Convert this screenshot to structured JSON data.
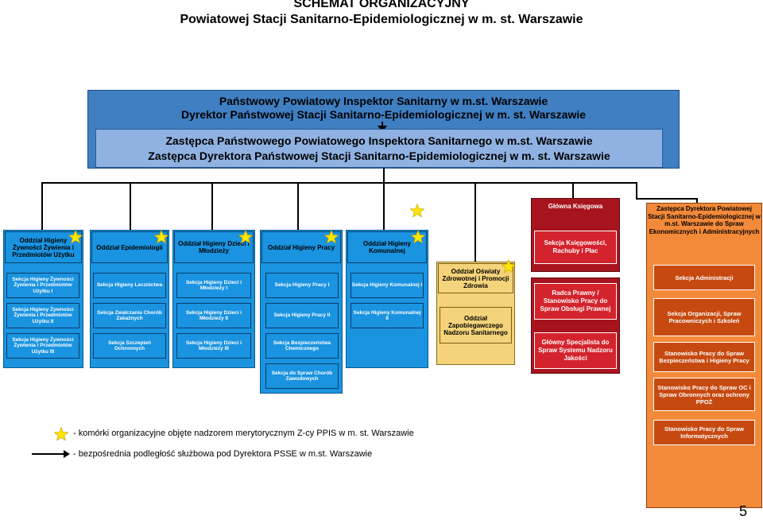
{
  "title": {
    "line1": "SCHEMAT ORGANIZACYJNY",
    "line2": "Powiatowej Stacji Sanitarno-Epidemiologicznej w m. st. Warszawie"
  },
  "director": {
    "line1": "Państwowy Powiatowy Inspektor Sanitarny w m.st. Warszawie",
    "line2": "Dyrektor Państwowej Stacji Sanitarno-Epidemiologicznej w m. st. Warszawie"
  },
  "deputy": {
    "line1": "Zastępca Państwowego Powiatowego Inspektora Sanitarnego w m.st. Warszawie",
    "line2": "Zastępca Dyrektora Państwowej Stacji Sanitarno-Epidemiologicznej w m. st. Warszawie"
  },
  "departments": {
    "d1": {
      "head": "Oddział Higieny Żywności Żywienia i Przedmiotów Użytku",
      "sections": [
        "Sekcja Higieny Żywności Żywienia i Przedmiotów Użytku I",
        "Sekcja Higieny Żywności Żywienia i Przedmiotów Użytku II",
        "Sekcja Higieny Żywności Żywienia i Przedmiotów Użytku III"
      ]
    },
    "d2": {
      "head": "Oddział Epidemiologii",
      "sections": [
        "Sekcja Higieny Lecznictwa",
        "Sekcja Zwalczania Chorób Zakaźnych",
        "Sekcja Szczepień Ochronnych"
      ]
    },
    "d3": {
      "head": "Oddział Higieny Dzieci i Młodzieży",
      "sections": [
        "Sekcja Higieny Dzieci i Młodzieży I",
        "Sekcja Higieny Dzieci i Młodzieży II",
        "Sekcja Higieny Dzieci i Młodzieży III"
      ]
    },
    "d4": {
      "head": "Oddział Higieny Pracy",
      "sections": [
        "Sekcja Higieny Pracy I",
        "Sekcja Higieny Pracy II",
        "Sekcja Bezpieczeństwa Chemicznego",
        "Sekcja do Spraw Chorób Zawodowych"
      ]
    },
    "d5": {
      "head": "Oddział Higieny Komunalnej",
      "sections": [
        "Sekcja Higieny Komunalnej I",
        "Sekcja Higieny Komunalnej II"
      ]
    }
  },
  "health_promotion": {
    "head": "Oddział Oświaty Zdrowotnej i Promocji Zdrowia",
    "sub": "Oddział Zapobiegawczego Nadzoru Sanitarnego"
  },
  "accounting": {
    "head": "Główna Księgowa",
    "sub": "Sekcja Księgowości, Rachuby i Płac",
    "legal": "Radca Prawny / Stanowisko Pracy do Spraw Obsługi Prawnej",
    "quality": "Główny Specjalista do Spraw Systemu Nadzoru Jakości"
  },
  "economic": {
    "head": "Zastępca Dyrektora Powiatowej Stacji Sanitarno-Epidemiologicznej w m.st. Warszawie do Spraw Ekonomicznych i Administracyjnych",
    "items": [
      "Sekcja Administracji",
      "Sekcja Organizacji, Spraw Pracowniczych i Szkoleń",
      "Stanowisko Pracy do Spraw Bezpieczeństwa i Higieny Pracy",
      "Stanowisko Pracy do Spraw OC i Spraw Obronnych oraz ochrony PPOŻ",
      "Stanowisko Pracy do Spraw Informatycznych"
    ]
  },
  "legend": {
    "star": "- komórki organizacyjne objęte nadzorem merytorycznym Z-cy PPIS w m. st. Warszawie",
    "arrow": "- bezpośrednia podległość służbowa pod Dyrektora PSSE w m.st. Warszawie"
  },
  "page_number": "5",
  "colors": {
    "blue": "#1a93e0",
    "navy": "#3f7fc2",
    "gold": "#f4d37a",
    "red": "#a8141e",
    "orange": "#f38a3a",
    "star": "#ffe600"
  }
}
